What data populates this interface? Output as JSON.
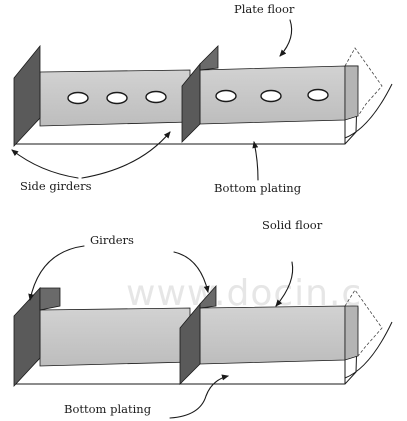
{
  "top_figure": {
    "label_plate_floor": "Plate floor",
    "label_side_girders": "Side girders",
    "label_bottom_plating": "Bottom plating"
  },
  "bottom_figure": {
    "label_girders": "Girders",
    "label_solid_floor": "Solid floor",
    "label_bottom_plating": "Bottom plating"
  },
  "watermark": "www.docin.c",
  "colors": {
    "plate_fill": "#c8c8c8",
    "plate_dark": "#555555",
    "girder_fill": "#5a5a5a",
    "line": "#1a1a1a"
  }
}
